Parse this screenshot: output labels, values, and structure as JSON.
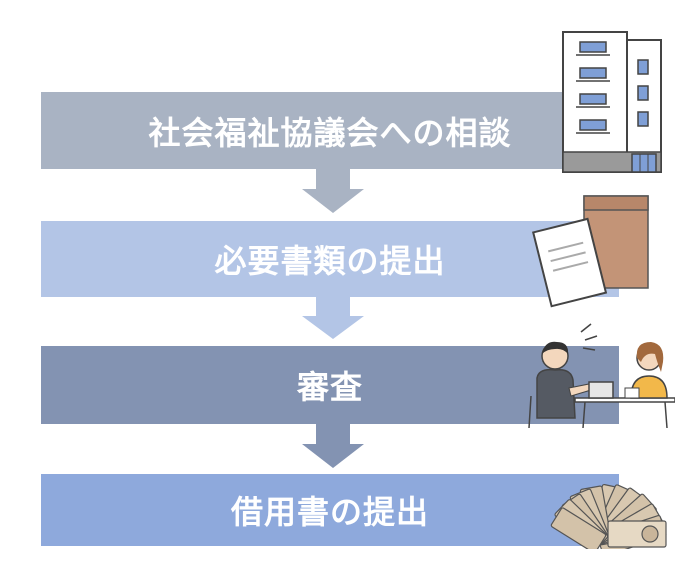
{
  "steps": [
    {
      "label": "社会福祉協議会への相談",
      "color": "#a9b3c3"
    },
    {
      "label": "必要書類の提出",
      "color": "#b3c5e6"
    },
    {
      "label": "審査",
      "color": "#8393b2"
    },
    {
      "label": "借用書の提出",
      "color": "#8ea9dc"
    }
  ],
  "arrows": [
    {
      "color": "#a9b3c3"
    },
    {
      "color": "#b3c5e6"
    },
    {
      "color": "#8393b2"
    }
  ],
  "illustrations": [
    "office-building-icon",
    "documents-envelope-icon",
    "consultation-meeting-icon",
    "banknotes-icon"
  ]
}
